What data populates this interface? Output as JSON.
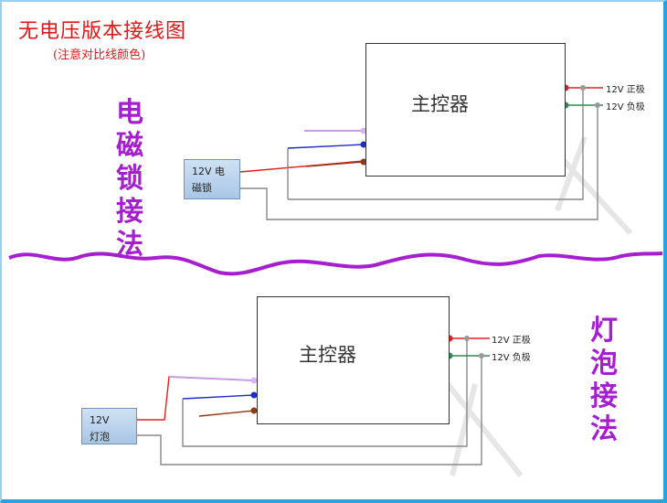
{
  "title": "无电压版本接线图",
  "subtitle": "(注意对比线颜色)",
  "top_section": {
    "side_label": [
      "电",
      "磁",
      "锁",
      "接",
      "法"
    ],
    "controller_label": "主控器",
    "device_label_line1": "12V  电",
    "device_label_line2": "磁锁",
    "power_positive": "12V 正极",
    "power_negative": "12V 负极"
  },
  "bottom_section": {
    "side_label": [
      "灯",
      "泡",
      "接",
      "法"
    ],
    "controller_label": "主控器",
    "device_label_line1": "12V",
    "device_label_line2": "灯泡",
    "power_positive": "12V 正极",
    "power_negative": "12V 负极"
  },
  "colors": {
    "title": "#e01818",
    "side_label": "#a51fcf",
    "divider": "#a51fcf",
    "wire_red": "#e02020",
    "wire_green": "#2e8b57",
    "wire_gray": "#888888",
    "wire_blue": "#1c2fc4",
    "wire_brown": "#8b3a1a",
    "wire_violet": "#c79be6"
  }
}
